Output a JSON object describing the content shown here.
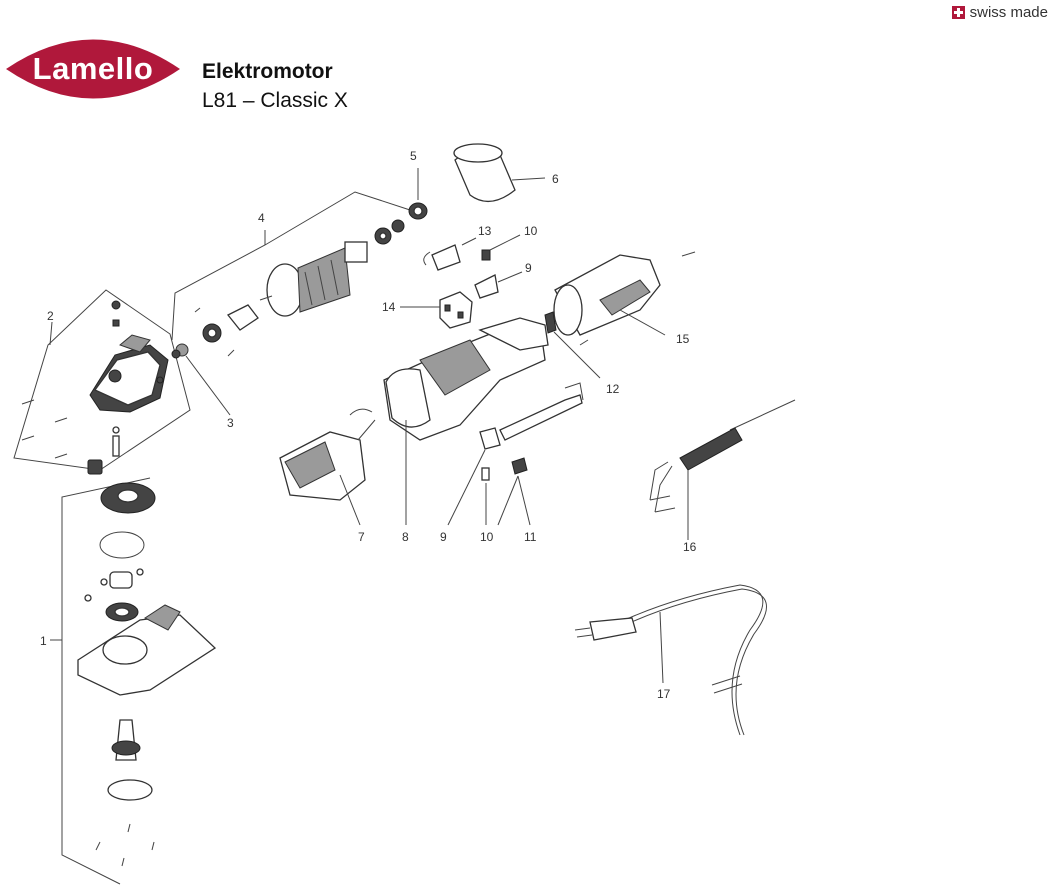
{
  "header": {
    "brand": "Lamello",
    "swiss_label": "swiss made",
    "title": "Elektromotor",
    "subtitle": "L81 – Classic X"
  },
  "colors": {
    "brand": "#b0183b",
    "line": "#444444"
  },
  "callouts": [
    {
      "id": "c1",
      "label": "1"
    },
    {
      "id": "c2",
      "label": "2"
    },
    {
      "id": "c3",
      "label": "3"
    },
    {
      "id": "c4",
      "label": "4"
    },
    {
      "id": "c5",
      "label": "5"
    },
    {
      "id": "c6",
      "label": "6"
    },
    {
      "id": "c7",
      "label": "7"
    },
    {
      "id": "c8",
      "label": "8"
    },
    {
      "id": "c9a",
      "label": "9"
    },
    {
      "id": "c9b",
      "label": "9"
    },
    {
      "id": "c10a",
      "label": "10"
    },
    {
      "id": "c10b",
      "label": "10"
    },
    {
      "id": "c11",
      "label": "11"
    },
    {
      "id": "c12",
      "label": "12"
    },
    {
      "id": "c13",
      "label": "13"
    },
    {
      "id": "c14",
      "label": "14"
    },
    {
      "id": "c15",
      "label": "15"
    },
    {
      "id": "c16",
      "label": "16"
    },
    {
      "id": "c17",
      "label": "17"
    }
  ]
}
